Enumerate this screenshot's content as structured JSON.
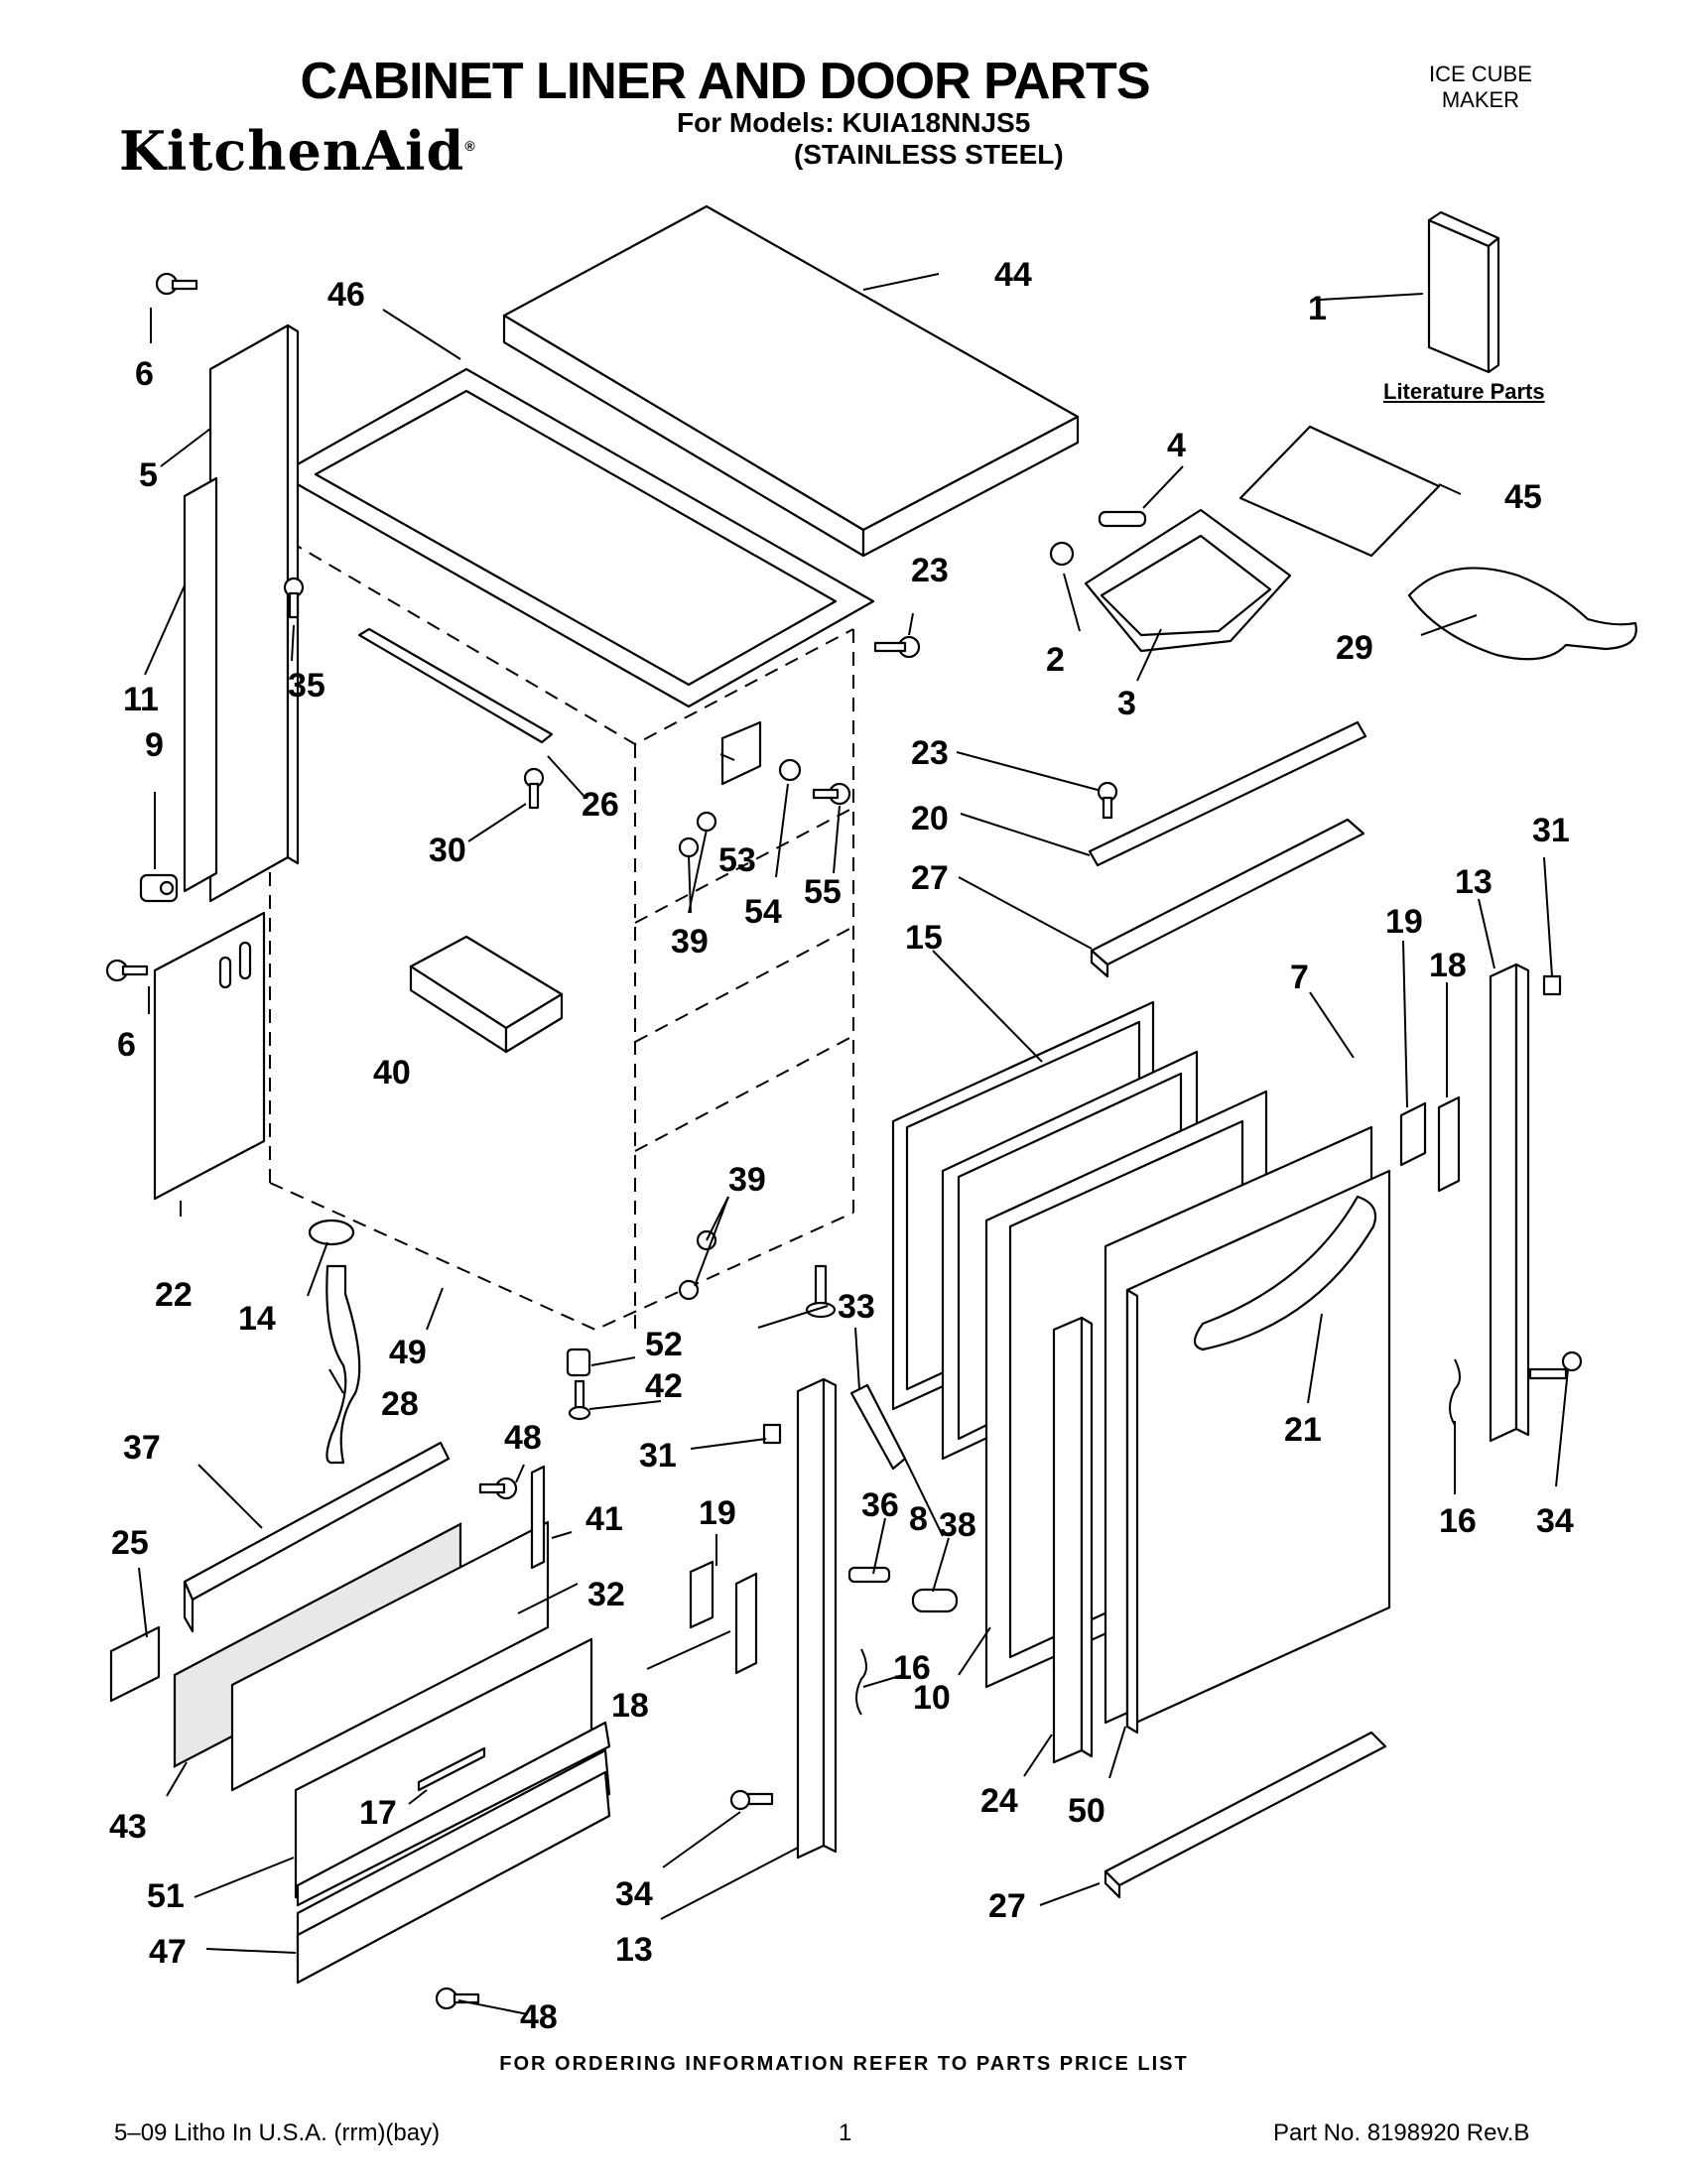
{
  "header": {
    "title": "CABINET LINER AND DOOR PARTS",
    "models": "For Models: KUIA18NNJS5",
    "finish": "(STAINLESS STEEL)",
    "brand": "KitchenAid",
    "brand_mark": "®",
    "product_line1": "ICE CUBE",
    "product_line2": "MAKER"
  },
  "literature_label": "Literature Parts",
  "footer": {
    "ordering": "FOR ORDERING INFORMATION REFER TO PARTS PRICE LIST",
    "litho": "5–09 Litho In U.S.A. (rrm)(bay)",
    "page": "1",
    "part_no": "Part No. 8198920 Rev.B"
  },
  "callouts": {
    "c1": "1",
    "c2": "2",
    "c3": "3",
    "c4": "4",
    "c5": "5",
    "c6a": "6",
    "c6b": "6",
    "c7": "7",
    "c8": "8",
    "c9": "9",
    "c10": "10",
    "c11": "11",
    "c13a": "13",
    "c13b": "13",
    "c14": "14",
    "c15": "15",
    "c16a": "16",
    "c16b": "16",
    "c17": "17",
    "c18a": "18",
    "c18b": "18",
    "c19a": "19",
    "c19b": "19",
    "c20": "20",
    "c21": "21",
    "c22": "22",
    "c23a": "23",
    "c23b": "23",
    "c24": "24",
    "c25": "25",
    "c26": "26",
    "c27a": "27",
    "c27b": "27",
    "c28": "28",
    "c29": "29",
    "c30": "30",
    "c31a": "31",
    "c31b": "31",
    "c32": "32",
    "c33": "33",
    "c34a": "34",
    "c34b": "34",
    "c35": "35",
    "c36": "36",
    "c37": "37",
    "c38": "38",
    "c39a": "39",
    "c39b": "39",
    "c40": "40",
    "c41": "41",
    "c42": "42",
    "c43": "43",
    "c44": "44",
    "c45": "45",
    "c46": "46",
    "c47": "47",
    "c48a": "48",
    "c48b": "48",
    "c49": "49",
    "c50": "50",
    "c51": "51",
    "c52": "52",
    "c53": "53",
    "c54": "54",
    "c55": "55"
  }
}
